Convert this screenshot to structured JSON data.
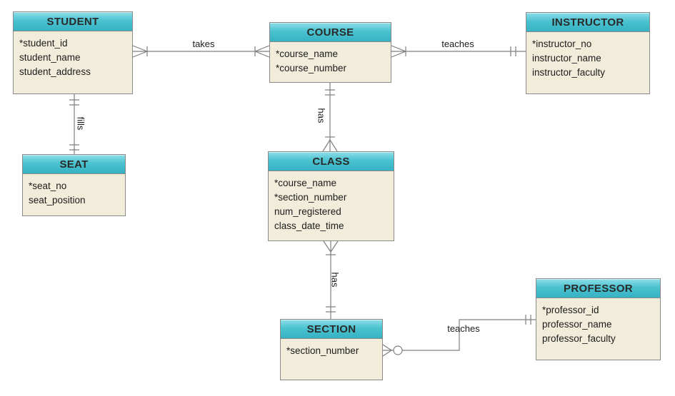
{
  "diagram": {
    "kind": "entity-relationship-diagram",
    "colors": {
      "header_gradient_top": "#8edee8",
      "header_gradient_bottom": "#35b2c3",
      "entity_body_fill": "#f2ecdb",
      "entity_border": "#8a8a8a",
      "connector_line": "#7f7f7f",
      "text": "#1c1c1c",
      "background": "#ffffff"
    },
    "entities": [
      {
        "name": "STUDENT",
        "attributes": [
          "*student_id",
          "student_name",
          "student_address"
        ]
      },
      {
        "name": "COURSE",
        "attributes": [
          "*course_name",
          "*course_number"
        ]
      },
      {
        "name": "INSTRUCTOR",
        "attributes": [
          "*instructor_no",
          "instructor_name",
          "instructor_faculty"
        ]
      },
      {
        "name": "SEAT",
        "attributes": [
          "*seat_no",
          "seat_position"
        ]
      },
      {
        "name": "CLASS",
        "attributes": [
          "*course_name",
          "*section_number",
          "num_registered",
          "class_date_time"
        ]
      },
      {
        "name": "SECTION",
        "attributes": [
          "*section_number"
        ]
      },
      {
        "name": "PROFESSOR",
        "attributes": [
          "*professor_id",
          "professor_name",
          "professor_faculty"
        ]
      }
    ],
    "relationships": [
      {
        "label": "takes",
        "from": "STUDENT",
        "to": "COURSE",
        "from_cardinality": "many",
        "to_cardinality": "many"
      },
      {
        "label": "teaches",
        "from": "INSTRUCTOR",
        "to": "COURSE",
        "from_cardinality": "one",
        "to_cardinality": "many"
      },
      {
        "label": "fills",
        "from": "STUDENT",
        "to": "SEAT",
        "from_cardinality": "one",
        "to_cardinality": "one"
      },
      {
        "label": "has",
        "from": "COURSE",
        "to": "CLASS",
        "from_cardinality": "one",
        "to_cardinality": "one-or-many"
      },
      {
        "label": "has",
        "from": "CLASS",
        "to": "SECTION",
        "from_cardinality": "one-or-many",
        "to_cardinality": "one"
      },
      {
        "label": "teaches",
        "from": "PROFESSOR",
        "to": "SECTION",
        "from_cardinality": "one",
        "to_cardinality": "zero-or-many"
      }
    ]
  }
}
